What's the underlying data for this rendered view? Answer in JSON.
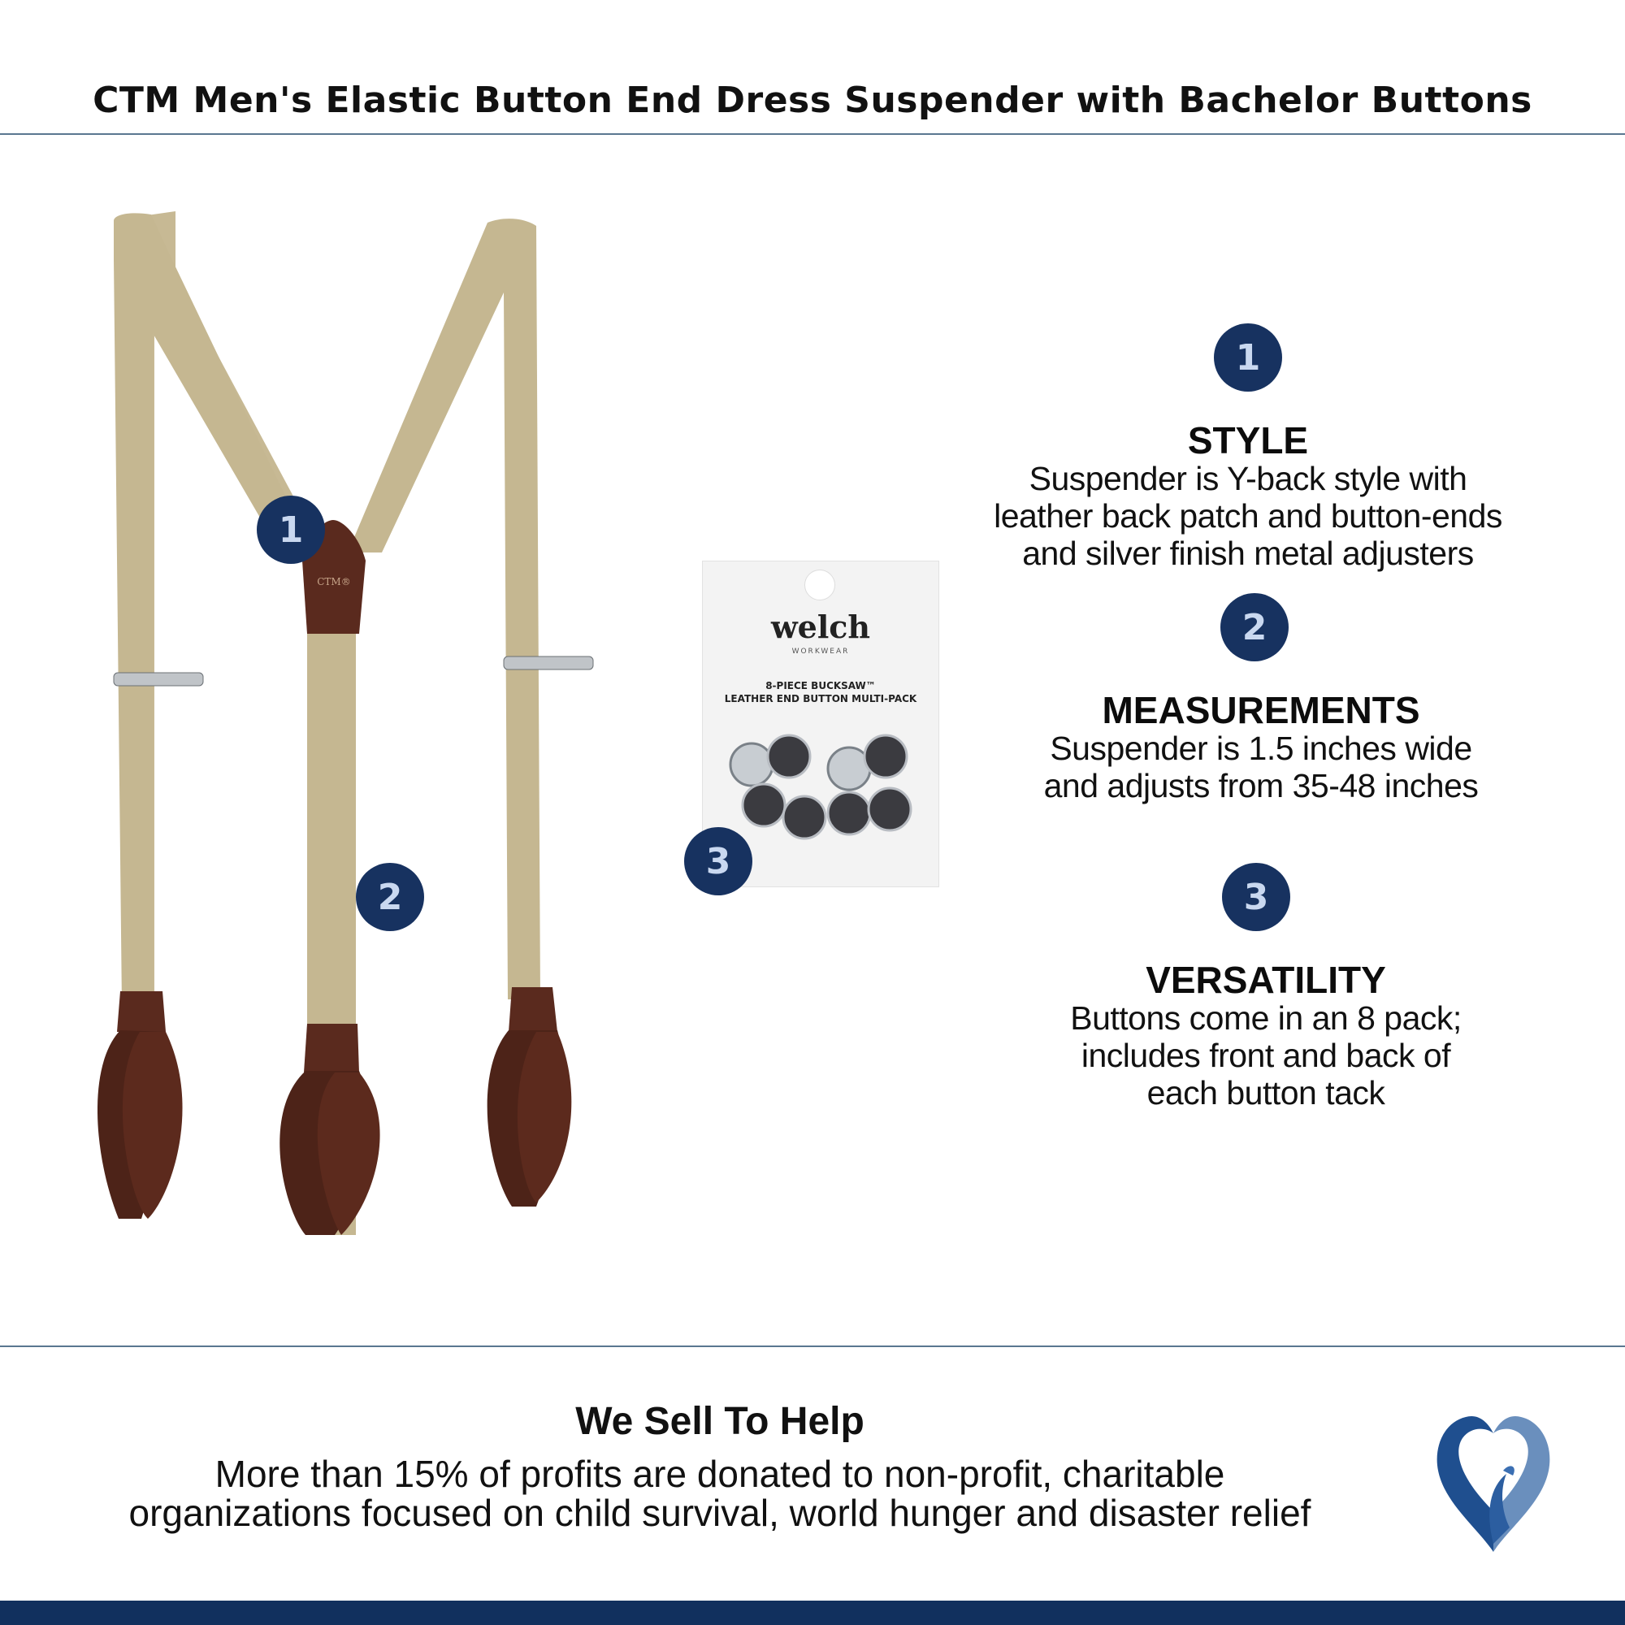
{
  "title": "CTM Men's Elastic Button End Dress Suspender with Bachelor Buttons",
  "badges": {
    "one": "1",
    "two": "2",
    "three": "3"
  },
  "features": [
    {
      "number": "1",
      "heading": "STYLE",
      "description": "Suspender is Y-back style with\nleather back patch and button-ends\nand silver finish metal adjusters"
    },
    {
      "number": "2",
      "heading": "MEASUREMENTS",
      "description": "Suspender is 1.5 inches wide\nand adjusts from 35-48 inches"
    },
    {
      "number": "3",
      "heading": "VERSATILITY",
      "description": "Buttons come in an 8 pack;\nincludes front and back of\neach button tack"
    }
  ],
  "button_pack": {
    "brand": "welch",
    "sub_brand": "WORKWEAR",
    "line1": "8-PIECE BUCKSAW™",
    "line2": "LEATHER END BUTTON MULTI-PACK"
  },
  "help": {
    "title": "We Sell To Help",
    "description": "More than 15% of profits are donated to non-profit, charitable\norganizations focused on child survival, world hunger and disaster relief"
  },
  "colors": {
    "badge": "#173260",
    "footer_bar": "#11305e",
    "strap": "#c7b994",
    "leather": "#5a2a1e"
  },
  "icons": {
    "logo": "heart-bird-logo-icon"
  }
}
